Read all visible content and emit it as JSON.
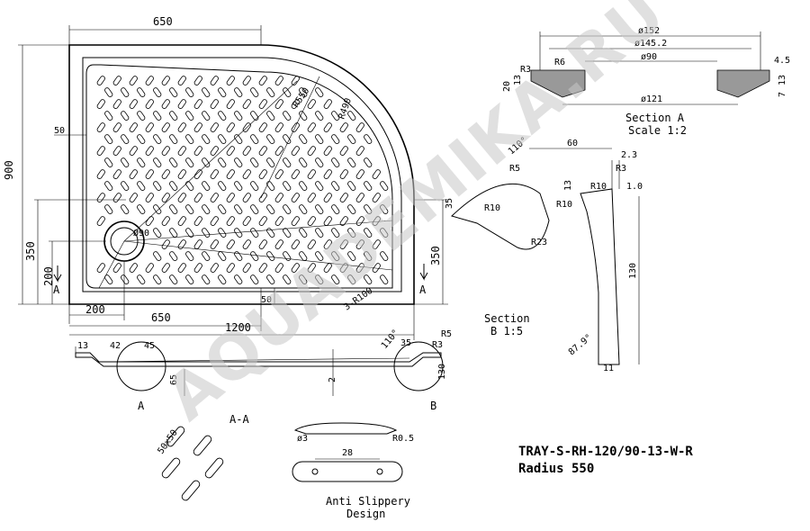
{
  "plan": {
    "dims": {
      "top_width": "650",
      "height": "900",
      "r_outer": "R550",
      "r_inner": "R490",
      "margin_50": "50",
      "left_350": "350",
      "left_200": "200",
      "right_350": "350",
      "bottom_200": "200",
      "bottom_650": "650",
      "total_1200": "1200",
      "bottom_50": "50",
      "radius_100": "3-R100",
      "drain": "Ø90"
    },
    "section_marks": [
      "A",
      "A"
    ]
  },
  "section_aa": {
    "dims": {
      "d13": "13",
      "d42": "42",
      "d45": "45",
      "d65": "65",
      "d2": "2",
      "angle": "110°",
      "d35": "35",
      "r3": "R3",
      "r5": "R5",
      "d130": "130"
    },
    "label": "A-A",
    "detail_a": "A",
    "detail_b": "B"
  },
  "section_a": {
    "label": "Section A",
    "scale": "Scale 1:2",
    "dims": {
      "d152": "ø152",
      "d145": "ø145.2",
      "d90": "ø90",
      "d121": "ø121",
      "r3": "R3",
      "r6": "R6",
      "d20": "20",
      "d13": "13",
      "d4_5": "4.5",
      "d13b": "13",
      "d7": "7"
    }
  },
  "section_b": {
    "label": "Section",
    "scale": "B  1:5",
    "dims": {
      "angle110": "110°",
      "r5": "R5",
      "d35": "35",
      "r10a": "R10",
      "r10b": "R10",
      "r10c": "R10",
      "r23": "R23",
      "d60": "60",
      "d2_3": "2.3",
      "r3": "R3",
      "d1_0": "1.0",
      "d13": "13",
      "d130": "130",
      "angle79": "87.9°",
      "d11": "11"
    }
  },
  "anti_slip": {
    "label_line1": "Anti Slippery",
    "label_line2": "Design",
    "dims": {
      "d3": "ø3",
      "r05": "R0.5",
      "d28": "28",
      "d50": "50x50"
    }
  },
  "product": {
    "code": "TRAY-S-RH-120/90-13-W-R",
    "radius": "Radius 550"
  },
  "watermark": "AQUADEMIKA.RU"
}
